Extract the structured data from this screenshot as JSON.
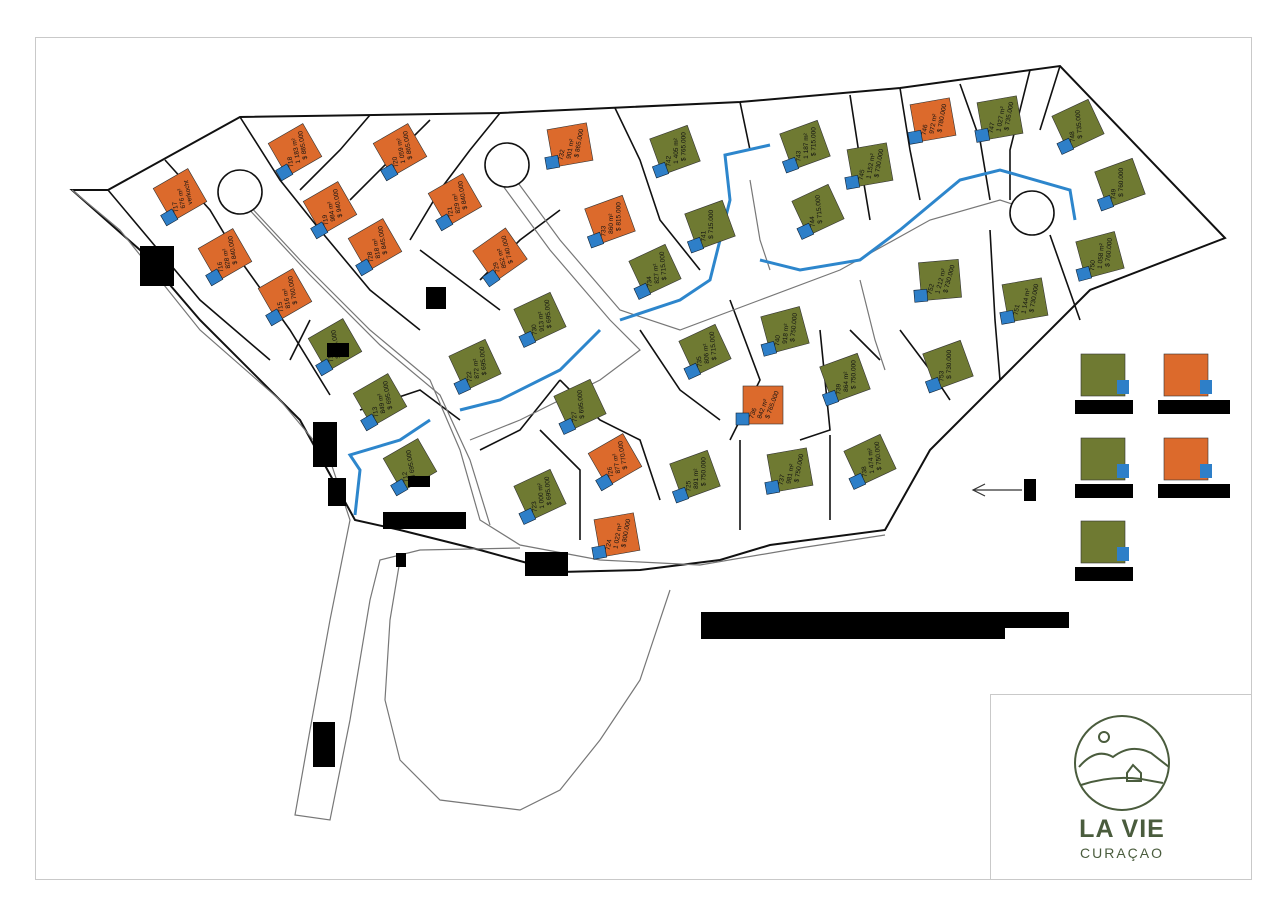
{
  "colors": {
    "lot_sold": "#dc6a2c",
    "lot_available": "#6f7a32",
    "pool": "#2e7fc8",
    "stream": "#2d86cc",
    "brand": "#4a5c3d"
  },
  "legend": [
    {
      "status": "available"
    },
    {
      "status": "sold"
    },
    {
      "status": "available"
    },
    {
      "status": "sold"
    },
    {
      "status": "available"
    }
  ],
  "lots": [
    {
      "id": "717",
      "area": "676 m²",
      "price": "verkocht",
      "status": "sold"
    },
    {
      "id": "718",
      "area": "1 183 m²",
      "price": "$ 885.000",
      "status": "sold"
    },
    {
      "id": "719",
      "area": "984 m²",
      "price": "$ 940.000",
      "status": "sold"
    },
    {
      "id": "720",
      "area": "1 059 m²",
      "price": "$ 865.000",
      "status": "sold"
    },
    {
      "id": "721",
      "area": "829 m²",
      "price": "$ 840.000",
      "status": "sold"
    },
    {
      "id": "716",
      "area": "828 m²",
      "price": "$ 840.000",
      "status": "sold"
    },
    {
      "id": "715",
      "area": "816 m²",
      "price": "$ 760.000",
      "status": "sold"
    },
    {
      "id": "728",
      "area": "818 m²",
      "price": "$ 845.000",
      "status": "sold"
    },
    {
      "id": "729",
      "area": "852 m²",
      "price": "$ 740.000",
      "status": "sold"
    },
    {
      "id": "732",
      "area": "901 m²",
      "price": "$ 865.000",
      "status": "sold"
    },
    {
      "id": "733",
      "area": "860 m²",
      "price": "$ 815.000",
      "status": "sold"
    },
    {
      "id": "746",
      "area": "972 m²",
      "price": "$ 780.000",
      "status": "sold"
    },
    {
      "id": "726",
      "area": "877 m²",
      "price": "$ 770.000",
      "status": "sold"
    },
    {
      "id": "724",
      "area": "1 022 m²",
      "price": "$ 800.000",
      "status": "sold"
    },
    {
      "id": "736",
      "area": "842 m²",
      "price": "$ 765.000",
      "status": "sold"
    },
    {
      "id": "714",
      "area": "",
      "price": "$ 695.000",
      "status": "available"
    },
    {
      "id": "713",
      "area": "849 m²",
      "price": "$ 695.000",
      "status": "available"
    },
    {
      "id": "712",
      "area": "",
      "price": "$ 695.000",
      "status": "available"
    },
    {
      "id": "722",
      "area": "872 m²",
      "price": "$ 695.000",
      "status": "available"
    },
    {
      "id": "730",
      "area": "913 m²",
      "price": "$ 695.000",
      "status": "available"
    },
    {
      "id": "734",
      "area": "827 m²",
      "price": "$ 715.000",
      "status": "available"
    },
    {
      "id": "741",
      "area": "",
      "price": "$ 715.000",
      "status": "available"
    },
    {
      "id": "742",
      "area": "1 405 m²",
      "price": "$ 765.000",
      "status": "available"
    },
    {
      "id": "743",
      "area": "1 187 m²",
      "price": "$ 715.000",
      "status": "available"
    },
    {
      "id": "744",
      "area": "",
      "price": "$ 715.000",
      "status": "available"
    },
    {
      "id": "745",
      "area": "1 152 m²",
      "price": "$ 730.000",
      "status": "available"
    },
    {
      "id": "747",
      "area": "1 027 m²",
      "price": "$ 735.000",
      "status": "available"
    },
    {
      "id": "748",
      "area": "",
      "price": "$ 735.000",
      "status": "available"
    },
    {
      "id": "749",
      "area": "",
      "price": "$ 760.000",
      "status": "available"
    },
    {
      "id": "750",
      "area": "1 058 m²",
      "price": "$ 760.000",
      "status": "available"
    },
    {
      "id": "751",
      "area": "1 144 m²",
      "price": "$ 730.000",
      "status": "available"
    },
    {
      "id": "752",
      "area": "1 212 m²",
      "price": "$ 730.000",
      "status": "available"
    },
    {
      "id": "753",
      "area": "",
      "price": "$ 730.000",
      "status": "available"
    },
    {
      "id": "740",
      "area": "918 m²",
      "price": "$ 750.000",
      "status": "available"
    },
    {
      "id": "739",
      "area": "864 m²",
      "price": "$ 750.000",
      "status": "available"
    },
    {
      "id": "738",
      "area": "1 474 m²",
      "price": "$ 750.000",
      "status": "available"
    },
    {
      "id": "737",
      "area": "981 m²",
      "price": "$ 750.000",
      "status": "available"
    },
    {
      "id": "735",
      "area": "806 m²",
      "price": "$ 715.000",
      "status": "available"
    },
    {
      "id": "727",
      "area": "",
      "price": "$ 695.000",
      "status": "available"
    },
    {
      "id": "725",
      "area": "891 m²",
      "price": "$ 750.000",
      "status": "available"
    },
    {
      "id": "723",
      "area": "1 000 m²",
      "price": "$ 695.000",
      "status": "available"
    }
  ],
  "brand": {
    "name": "LA VIE",
    "subtitle": "CURAÇAO"
  }
}
